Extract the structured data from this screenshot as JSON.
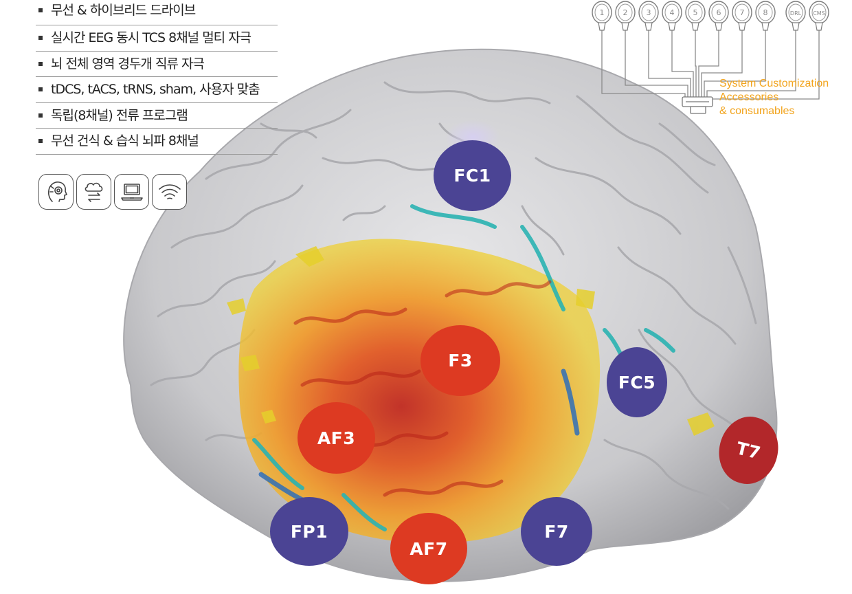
{
  "features": [
    "무선 & 하이브리드 드라이브",
    "실시간 EEG 동시 TCS 8채널 멀티 자극",
    "뇌 전체 영역 경두개 직류 자극",
    "tDCS, tACS, tRNS, sham, 사용자 맞춤",
    "독립(8채널) 전류 프로그램",
    "무선 건식 & 습식 뇌파 8채널"
  ],
  "feature_icons": [
    "head-sensor-icon",
    "cloud-sync-icon",
    "laptop-icon",
    "wireless-icon"
  ],
  "accessories": {
    "lines": [
      "System Customization",
      "Accessories",
      "& consumables"
    ],
    "connectors": [
      "1",
      "2",
      "3",
      "4",
      "5",
      "6",
      "7",
      "8",
      "DRL",
      "CMS"
    ],
    "color": "#f2a41d"
  },
  "electrodes": [
    {
      "label": "FC1",
      "color": "#4b4494"
    },
    {
      "label": "F3",
      "color": "#dd3a22"
    },
    {
      "label": "FC5",
      "color": "#4b4494"
    },
    {
      "label": "AF3",
      "color": "#dd3a22"
    },
    {
      "label": "T7",
      "color": "#b2272a"
    },
    {
      "label": "FP1",
      "color": "#4b4494"
    },
    {
      "label": "AF7",
      "color": "#dd3a22"
    },
    {
      "label": "F7",
      "color": "#4b4494"
    }
  ]
}
